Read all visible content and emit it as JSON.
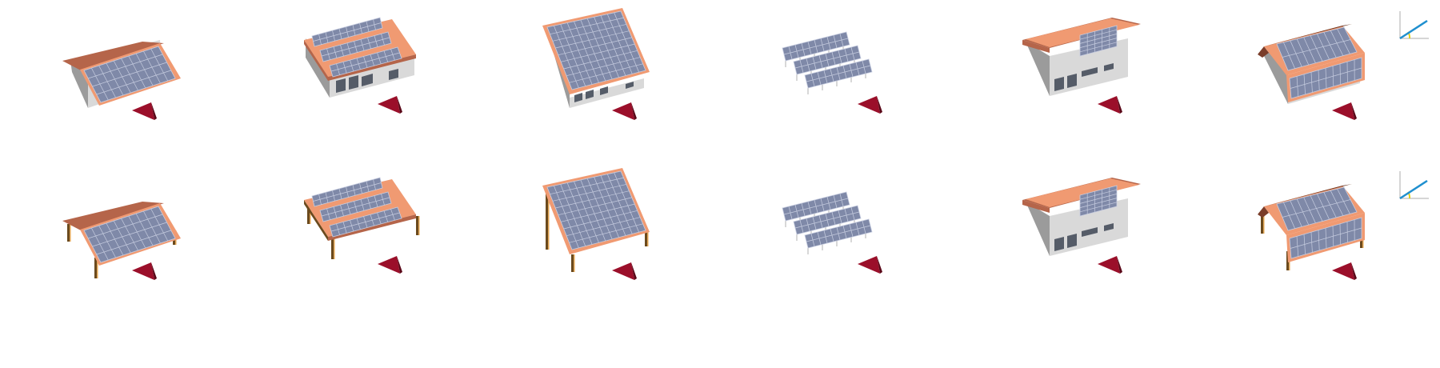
{
  "palette": {
    "roof": "#f09a72",
    "roof_dark": "#b5654a",
    "panel": "#7f89a8",
    "panel_line": "#c7cde0",
    "wall": "#d9d9d9",
    "wall_side": "#9b9b9b",
    "window": "#555c68",
    "post": "#6b4a1e",
    "compass": "#9b0f2a",
    "compass_dark": "#5a0818",
    "icon_axis": "#c8c8c8",
    "icon_line": "#1f8fcf",
    "icon_arc": "#e0cf1a"
  },
  "rows": [
    {
      "id": "with-building",
      "icon": "inclination-angle-icon",
      "options": [
        {
          "id": "gable-roof-house",
          "model": "gable-house",
          "icon": "gable-roof-house-icon"
        },
        {
          "id": "flat-roof-rows-house",
          "model": "flat-rows-house",
          "icon": "flat-roof-rows-house-icon"
        },
        {
          "id": "shed-roof-house",
          "model": "shed-house",
          "icon": "shed-roof-house-icon"
        },
        {
          "id": "ground-mounted-rows",
          "model": "ground-rows",
          "icon": "ground-mounted-rows-icon"
        },
        {
          "id": "facade-house",
          "model": "facade-house",
          "icon": "facade-house-icon"
        },
        {
          "id": "gabled-two-side-house",
          "model": "two-side-house",
          "icon": "gabled-two-side-house-icon"
        }
      ]
    },
    {
      "id": "carport",
      "icon": "inclination-angle-icon",
      "options": [
        {
          "id": "gable-carport",
          "model": "gable-carport",
          "icon": "gable-carport-icon"
        },
        {
          "id": "flat-rows-carport",
          "model": "flat-rows-carport",
          "icon": "flat-rows-carport-icon"
        },
        {
          "id": "shed-carport",
          "model": "shed-carport",
          "icon": "shed-carport-icon"
        },
        {
          "id": "ground-mounted-rows-2",
          "model": "ground-rows",
          "icon": "ground-mounted-rows-icon"
        },
        {
          "id": "facade-house-2",
          "model": "facade-house",
          "icon": "facade-house-icon"
        },
        {
          "id": "two-side-carport",
          "model": "two-side-carport",
          "icon": "two-side-carport-icon"
        }
      ]
    }
  ]
}
